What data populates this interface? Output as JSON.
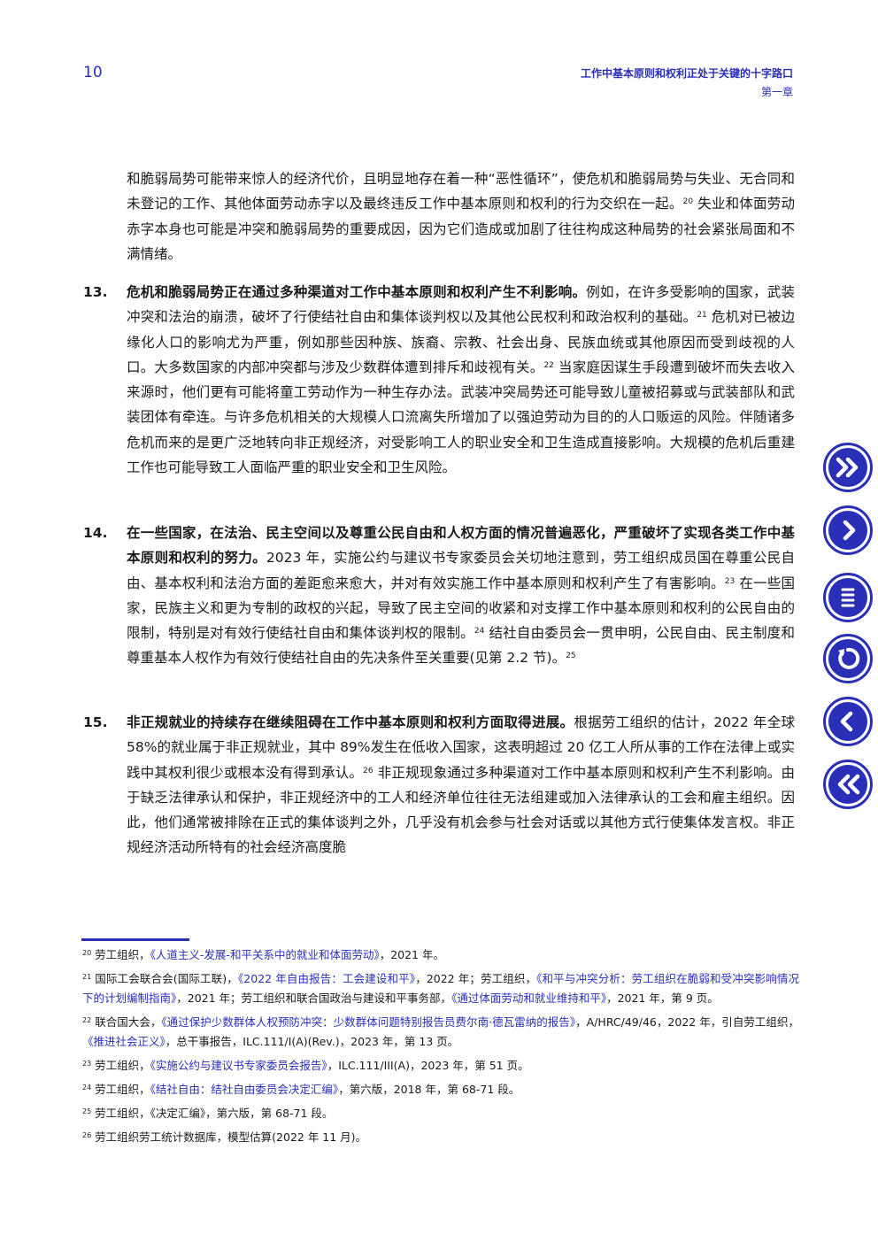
{
  "header": {
    "page_number": "10",
    "doc_title": "工作中基本原则和权利正处于关键的十字路口",
    "chapter": "第一章"
  },
  "para_cont": {
    "text_a": "和脆弱局势可能带来惊人的经济代价，且明显地存在着一种“恶性循环”，使危机和脆弱局势与失业、无合同和未登记的工作、其他体面劳动赤字以及最终违反工作中基本原则和权利的行为交织在一起。",
    "sup_a": "20",
    "text_b": " 失业和体面劳动赤字本身也可能是冲突和脆弱局势的重要成因，因为它们造成或加剧了往往构成这种局势的社会紧张局面和不满情绪。"
  },
  "para13": {
    "num": "13.",
    "lead": "危机和脆弱局势正在通过多种渠道对工作中基本原则和权利产生不利影响。",
    "text_a": "例如，在许多受影响的国家，武装冲突和法治的崩溃，破坏了行使结社自由和集体谈判权以及其他公民权利和政治权利的基础。",
    "sup_a": "21",
    "text_b": " 危机对已被边缘化人口的影响尤为严重，例如那些因种族、族裔、宗教、社会出身、民族血统或其他原因而受到歧视的人口。大多数国家的内部冲突都与涉及少数群体遭到排斥和歧视有关。",
    "sup_b": "22",
    "text_c": " 当家庭因谋生手段遭到破坏而失去收入来源时，他们更有可能将童工劳动作为一种生存办法。武装冲突局势还可能导致儿童被招募或与武装部队和武装团体有牵连。与许多危机相关的大规模人口流离失所增加了以强迫劳动为目的的人口贩运的风险。伴随诸多危机而来的是更广泛地转向非正规经济，对受影响工人的职业安全和卫生造成直接影响。大规模的危机后重建工作也可能导致工人面临严重的职业安全和卫生风险。"
  },
  "para14": {
    "num": "14.",
    "lead": "在一些国家，在法治、民主空间以及尊重公民自由和人权方面的情况普遍恶化，严重破坏了实现各类工作中基本原则和权利的努力。",
    "text_a": "2023 年，实施公约与建议书专家委员会关切地注意到，劳工组织成员国在尊重公民自由、基本权利和法治方面的差距愈来愈大，并对有效实施工作中基本原则和权利产生了有害影响。",
    "sup_a": "23",
    "text_b": " 在一些国家，民族主义和更为专制的政权的兴起，导致了民主空间的收紧和对支撑工作中基本原则和权利的公民自由的限制，特别是对有效行使结社自由和集体谈判权的限制。",
    "sup_b": "24",
    "text_c": " 结社自由委员会一贯申明，公民自由、民主制度和尊重基本人权作为有效行使结社自由的先决条件至关重要(见第 2.2 节)。",
    "sup_c": "25"
  },
  "para15": {
    "num": "15.",
    "lead": "非正规就业的持续存在继续阻碍在工作中基本原则和权利方面取得进展。",
    "text_a": "根据劳工组织的估计，2022 年全球 58%的就业属于非正规就业，其中 89%发生在低收入国家，这表明超过 20 亿工人所从事的工作在法律上或实践中其权利很少或根本没有得到承认。",
    "sup_a": "26",
    "text_b": " 非正规现象通过多种渠道对工作中基本原则和权利产生不利影响。由于缺乏法律承认和保护，非正规经济中的工人和经济单位往往无法组建或加入法律承认的工会和雇主组织。因此，他们通常被排除在正式的集体谈判之外，几乎没有机会参与社会对话或以其他方式行使集体发言权。非正规经济活动所特有的社会经济高度脆"
  },
  "footnotes": {
    "fn20": {
      "num": "20",
      "a": " 劳工组织，",
      "link1": "《人道主义-发展-和平关系中的就业和体面劳动》",
      "b": "，2021 年。"
    },
    "fn21": {
      "num": "21",
      "a": " 国际工会联合会(国际工联)，",
      "link1": "《2022 年自由报告：工会建设和平》",
      "b": "，2022 年；劳工组织，",
      "link2": "《和平与冲突分析：劳工组织在脆弱和受冲突影响情况下的计划编制指南》",
      "c": "，2021 年；劳工组织和联合国政治与建设和平事务部，",
      "link3": "《通过体面劳动和就业维持和平》",
      "d": "，2021 年，第 9 页。"
    },
    "fn22": {
      "num": "22",
      "a": " 联合国大会，",
      "link1": "《通过保护少数群体人权预防冲突：少数群体问题特别报告员费尔南·德瓦雷纳的报告》",
      "b": "，A/HRC/49/46，2022 年，引自劳工组织，",
      "link2": "《推进社会正义》",
      "c": "，总干事报告，ILC.111/I(A)(Rev.)，2023 年，第 13 页。"
    },
    "fn23": {
      "num": "23",
      "a": " 劳工组织，",
      "link1": "《实施公约与建议书专家委员会报告》",
      "b": "，ILC.111/III(A)，2023 年，第 51 页。"
    },
    "fn24": {
      "num": "24",
      "a": " 劳工组织，",
      "link1": "《结社自由：结社自由委员会决定汇编》",
      "b": "，第六版，2018 年，第 68-71 段。"
    },
    "fn25": {
      "num": "25",
      "a": " 劳工组织，《决定汇编》，第六版，第 68-71 段。"
    },
    "fn26": {
      "num": "26",
      "a": " 劳工组织劳工统计数据库，模型估算(2022 年 11 月)。"
    }
  },
  "nav": {
    "accent": "#2a2fb8",
    "items": [
      "last-page-icon",
      "next-page-icon",
      "contents-icon",
      "back-icon",
      "previous-page-icon",
      "first-page-icon"
    ]
  }
}
